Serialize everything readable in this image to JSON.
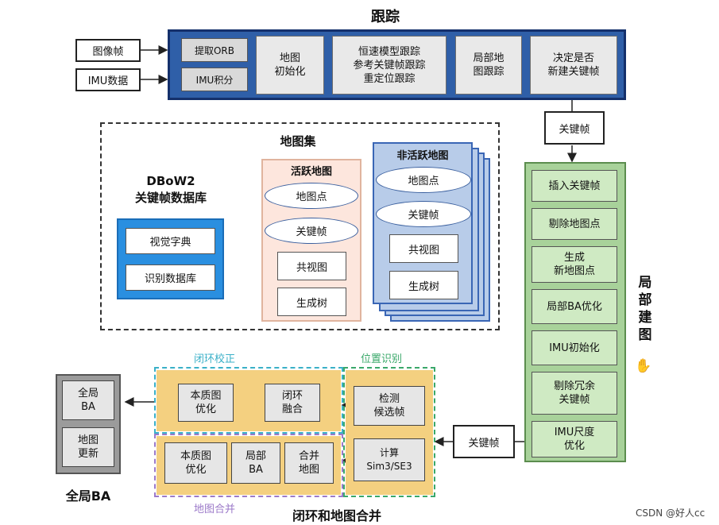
{
  "tracking": {
    "title": "跟踪",
    "inputs": [
      "图像帧",
      "IMU数据"
    ],
    "small_steps": [
      "提取ORB",
      "IMU积分"
    ],
    "steps": [
      "地图\n初始化",
      "恒速模型跟踪\n参考关键帧跟踪\n重定位跟踪",
      "局部地\n图跟踪",
      "决定是否\n新建关键帧"
    ]
  },
  "keyframe_label_top": "关键帧",
  "keyframe_label_bottom": "关键帧",
  "map_set": {
    "title": "地图集",
    "active_map": {
      "title": "活跃地图",
      "ellipses": [
        "地图点",
        "关键帧"
      ],
      "boxes": [
        "共视图",
        "生成树"
      ]
    },
    "inactive_map": {
      "title": "非活跃地图",
      "ellipses": [
        "地图点",
        "关键帧"
      ],
      "boxes": [
        "共视图",
        "生成树"
      ]
    }
  },
  "dbow": {
    "title": "DBoW2\n关键帧数据库",
    "items": [
      "视觉字典",
      "识别数据库"
    ]
  },
  "local_mapping": {
    "title": "局\n部\n建\n图",
    "steps": [
      "插入关键帧",
      "剔除地图点",
      "生成\n新地图点",
      "局部BA优化",
      "IMU初始化",
      "剔除冗余\n关键帧",
      "IMU尺度\n优化"
    ]
  },
  "loop_closing": {
    "title": "闭环和地图合并",
    "loop_correction": {
      "label": "闭环校正",
      "items": [
        "本质图\n优化",
        "闭环\n融合"
      ]
    },
    "map_merge": {
      "label": "地图合并",
      "items": [
        "本质图\n优化",
        "局部\nBA",
        "合并\n地图"
      ]
    },
    "place_recognition": {
      "label": "位置识别",
      "items": [
        "检测\n候选帧",
        "计算\nSim3/SE3"
      ]
    }
  },
  "global_ba": {
    "title": "全局BA",
    "items": [
      "全局\nBA",
      "地图\n更新"
    ]
  },
  "watermark": "CSDN @好人cc",
  "colors": {
    "tracking_band": "#2f5fa8",
    "local_mapping": "#a8d29a",
    "loop_yellow": "#f4d080",
    "dbow_blue": "#2a8fe0",
    "active_map": "#fde6dd",
    "inactive_map": "#b8cce9",
    "loop_correction_border": "#3ab0c8",
    "map_merge_border": "#9c7ac9",
    "place_recognition_border": "#3aa86a"
  }
}
